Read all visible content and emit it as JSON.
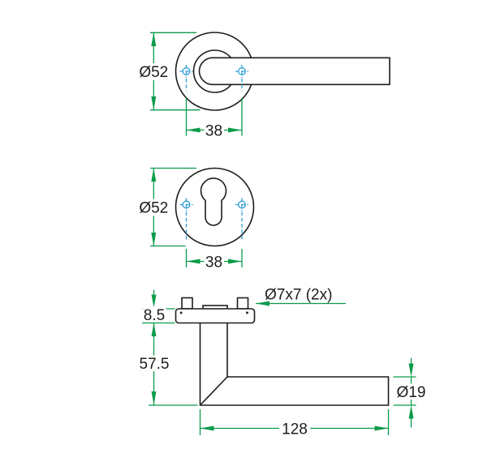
{
  "drawing": {
    "kind": "technical-dimension-drawing",
    "units_shown": "mm",
    "colors": {
      "object_line": "#1d1d1b",
      "dimension_line": "#0a9b49",
      "centerline_marker": "#2f9fd6",
      "background": "#ffffff"
    },
    "views": {
      "lever_front": {
        "labels": {
          "rose_diameter": "Ø52",
          "screw_spacing": "38"
        }
      },
      "escutcheon_front": {
        "labels": {
          "rose_diameter": "Ø52",
          "screw_spacing": "38"
        }
      },
      "side": {
        "labels": {
          "rose_thickness": "8.5",
          "grip_drop": "57.5",
          "lever_length": "128",
          "tube_diameter": "Ø19",
          "peg_callout": "Ø7x7 (2x)"
        }
      }
    }
  }
}
